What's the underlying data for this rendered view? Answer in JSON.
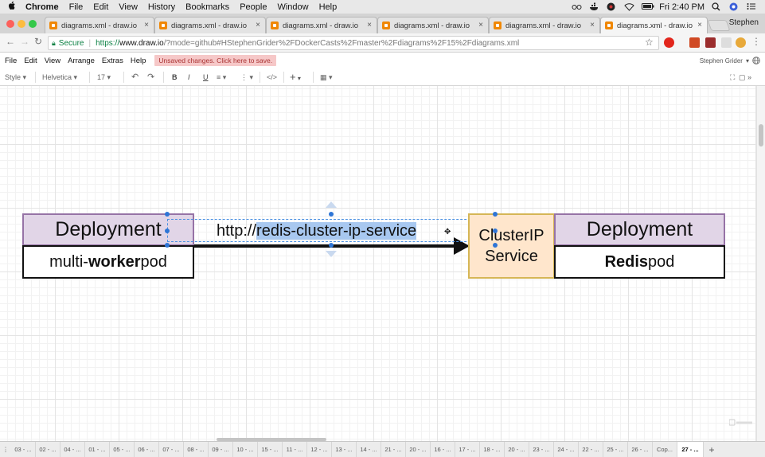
{
  "menubar": {
    "app": "Chrome",
    "items": [
      "File",
      "Edit",
      "View",
      "History",
      "Bookmarks",
      "People",
      "Window",
      "Help"
    ],
    "clock": "Fri 2:40 PM"
  },
  "tabs": [
    {
      "title": "diagrams.xml - draw.io"
    },
    {
      "title": "diagrams.xml - draw.io"
    },
    {
      "title": "diagrams.xml - draw.io"
    },
    {
      "title": "diagrams.xml - draw.io"
    },
    {
      "title": "diagrams.xml - draw.io"
    },
    {
      "title": "diagrams.xml - draw.io",
      "active": true
    }
  ],
  "profile_name": "Stephen",
  "address": {
    "secure_label": "Secure",
    "protocol": "https://",
    "host": "www.draw.io",
    "path": "/?mode=github#HStephenGrider%2FDockerCasts%2Fmaster%2Fdiagrams%2F15%2Fdiagrams.xml"
  },
  "appmenu": {
    "items": [
      "File",
      "Edit",
      "View",
      "Arrange",
      "Extras",
      "Help"
    ],
    "unsaved": "Unsaved changes. Click here to save.",
    "user": "Stephen Grider"
  },
  "toolbar": {
    "style": "Style",
    "font": "Helvetica",
    "size": "17",
    "bold": "B",
    "italic": "I",
    "underline": "U",
    "html": "</>",
    "plus": "+"
  },
  "diagram": {
    "left_header": "Deployment",
    "left_body_pre": "multi-",
    "left_body_bold": "worker",
    "left_body_post": " pod",
    "link_prefix": "http://",
    "link_selected": "redis-cluster-ip-service",
    "service_line1": "ClusterIP",
    "service_line2": "Service",
    "right_header": "Deployment",
    "right_body_bold": "Redis",
    "right_body_post": " pod"
  },
  "pages": [
    "03 - ...",
    "02 - ...",
    "04 - ...",
    "01 - ...",
    "05 - ...",
    "06 - ...",
    "07 - ...",
    "08 - ...",
    "09 - ...",
    "10 - ...",
    "15 - ...",
    "11 - ...",
    "12 - ...",
    "13 - ...",
    "14 - ...",
    "21 - ...",
    "20 - ...",
    "16 - ...",
    "17 - ...",
    "18 - ...",
    "20 - ...",
    "23 - ...",
    "24 - ...",
    "22 - ...",
    "25 - ...",
    "26 - ...",
    "Cop...",
    "27 - ..."
  ],
  "active_page_index": 27,
  "colors": {
    "deployment_fill": "#e1d5e7",
    "deployment_stroke": "#9673a6",
    "service_fill": "#ffe6cc",
    "service_stroke": "#d6b656",
    "selection": "#2e75d6",
    "favicon": "#f08705"
  }
}
